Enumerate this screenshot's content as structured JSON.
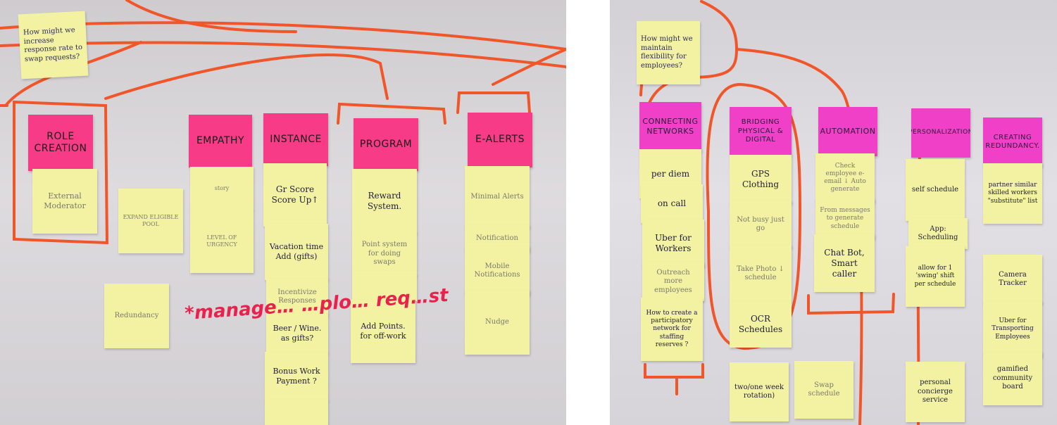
{
  "left_board": {
    "question": "How might we increase response rate to swap requests?",
    "headers": {
      "role": "ROLE CREATION",
      "empathy": "EMPATHY",
      "instance": "INSTANCE",
      "program": "PROGRAM",
      "ealerts": "E-ALERTS"
    },
    "notes": {
      "role_1": "External Moderator",
      "expand": "EXPAND ELIGIBLE POOL",
      "redundancy": "Redundancy",
      "empathy_1": "story",
      "empathy_2": "LEVEL OF URGENCY",
      "inst_1": "Gr Score Score Up↑",
      "inst_2": "Vacation time Add (gifts)",
      "inst_3": "Incentivize Responses",
      "inst_4": "Beer / Wine. as gifts?",
      "inst_5": "Bonus Work Payment ?",
      "prog_1": "Reward System.",
      "prog_2": "Point system for doing swaps",
      "prog_4": "Add Points. for off-work",
      "ealert_1": "Minimal Alerts",
      "ealert_2": "Notification",
      "ealert_3": "Mobile Notifications",
      "ealert_4": "Nudge"
    },
    "scribble": "*manage… …plo… req…st"
  },
  "right_board": {
    "question": "How might we maintain flexibility for employees?",
    "headers": {
      "connecting": "CONNECTING NETWORKS",
      "bridging": "BRIDGING PHYSICAL & DIGITAL",
      "automation": "AUTOMATION",
      "personalization": "PERSONALIZATION",
      "redundancy": "CREATING REDUNDANCY."
    },
    "notes": {
      "conn_1": "per diem",
      "conn_2": "on call",
      "conn_3": "Uber for Workers",
      "conn_4": "Outreach more employees",
      "conn_5": "How to create a participatory network for staffing reserves ?",
      "conn_6": "two/one week rotation)",
      "bridge_1": "GPS Clothing",
      "bridge_2": "Not busy just go",
      "bridge_3": "Take Photo ↓ schedule",
      "bridge_4": "OCR Schedules",
      "bridge_5": "Swap schedule",
      "auto_1": "Check employee e-email ↓ Auto generate",
      "auto_2": "From messages to generate schedule",
      "auto_3": "Chat Bot, Smart caller",
      "pers_1": "self schedule",
      "pers_2": "App: Scheduling",
      "pers_3": "allow for 1 'swing' shift per schedule",
      "pers_4": "personal concierge service",
      "red_1": "partner similar skilled workers \"substitute\" list",
      "red_2": "Camera Tracker",
      "red_3": "Uber for Transporting Employees",
      "red_4": "gamified community board"
    }
  },
  "colors": {
    "marker": "#f0562a",
    "sticky": "#f3f2a3",
    "pink_sticky": "#f73b86",
    "magenta_sticky": "#f040c8",
    "scribble": "#e8224c"
  }
}
